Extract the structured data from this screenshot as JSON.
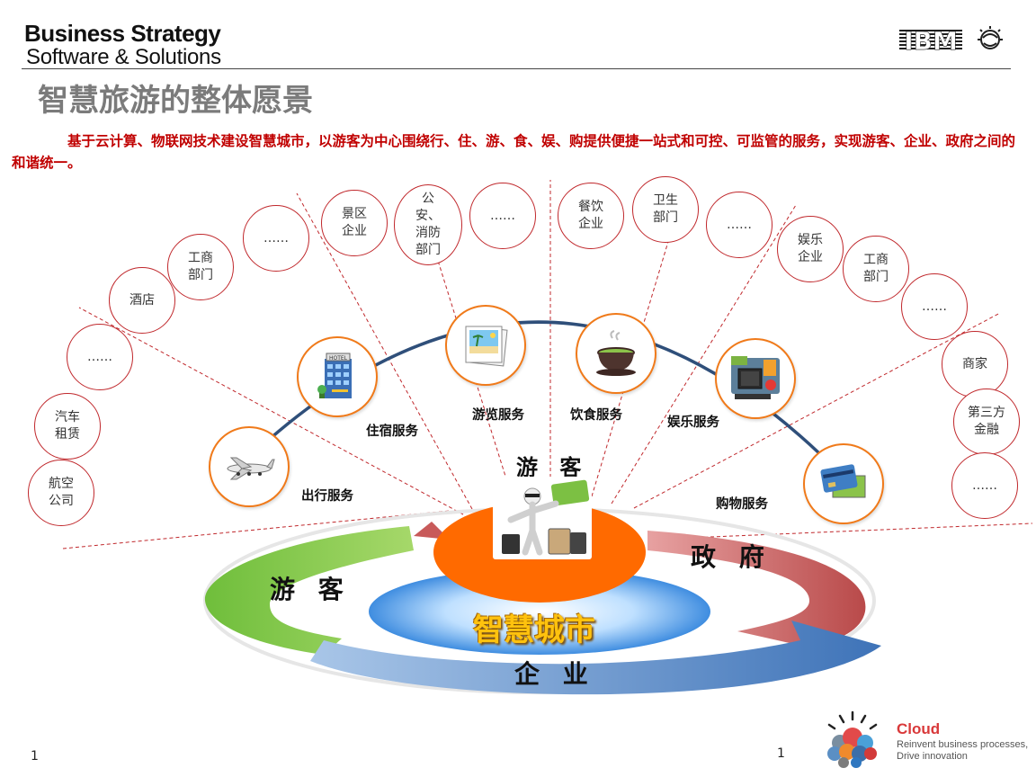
{
  "header": {
    "brand_line1": "Business Strategy",
    "brand_line2": "Software & Solutions",
    "logo": "IBM"
  },
  "title": "智慧旅游的整体愿景",
  "intro": "基于云计算、物联网技术建设智慧城市，以游客为中心围绕行、住、游、食、娱、购提供便捷一站式和可控、可监管的服务，实现游客、企业、政府之间的和谐统一。",
  "outer_nodes": [
    "航空\n公司",
    "汽车\n租赁",
    "……",
    "酒店",
    "工商\n部门",
    "……",
    "景区\n企业",
    "公\n安、\n消防\n部门",
    "……",
    "餐饮\n企业",
    "卫生\n部门",
    "……",
    "娱乐\n企业",
    "工商\n部门",
    "……",
    "商家",
    "第三方\n金融",
    "……"
  ],
  "services": [
    {
      "label": "出行服务",
      "icon": "airplane-icon"
    },
    {
      "label": "住宿服务",
      "icon": "hotel-icon"
    },
    {
      "label": "游览服务",
      "icon": "photo-icon"
    },
    {
      "label": "饮食服务",
      "icon": "tea-icon"
    },
    {
      "label": "娱乐服务",
      "icon": "entertainment-icon"
    },
    {
      "label": "购物服务",
      "icon": "credit-card-icon"
    }
  ],
  "center": {
    "tourist_label": "游 客",
    "city_label": "智慧城市",
    "ring_left": "游 客",
    "ring_right": "政 府",
    "ring_bottom": "企 业"
  },
  "footer": {
    "page_left": "1",
    "page_right": "1",
    "cloud_title": "Cloud",
    "cloud_tagline": "Reinvent business processes,\nDrive innovation"
  },
  "colors": {
    "accent_red": "#c00000",
    "ring_green": "#7cc043",
    "ring_red": "#c85a5a",
    "ring_blue": "#4f7fbf",
    "hub_orange": "#ff6a00",
    "node_border": "#c0282c"
  }
}
